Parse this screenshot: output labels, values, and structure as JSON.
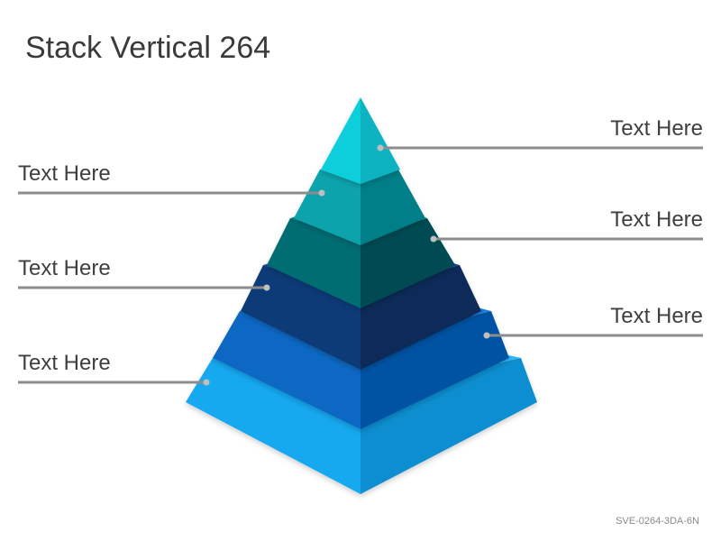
{
  "title": "Stack Vertical 264",
  "labels": [
    {
      "text": "Text Here"
    },
    {
      "text": "Text Here"
    },
    {
      "text": "Text Here"
    },
    {
      "text": "Text Here"
    },
    {
      "text": "Text Here"
    },
    {
      "text": "Text Here"
    }
  ],
  "footer_code": "SVE-0264-3DA-6N",
  "tier_colors": [
    {
      "name": "tier-1",
      "left": "#0fcfdc",
      "right": "#07b3c0",
      "top": "#2ee0ea"
    },
    {
      "name": "tier-2",
      "left": "#0aa3ad",
      "right": "#067f89",
      "top": "#16b6bf"
    },
    {
      "name": "tier-3",
      "left": "#056d73",
      "right": "#034b52",
      "top": "#0a7f86"
    },
    {
      "name": "tier-4",
      "left": "#0d3b78",
      "right": "#072a58",
      "top": "#134a91"
    },
    {
      "name": "tier-5",
      "left": "#0a67c4",
      "right": "#0652a3",
      "top": "#1a7fdc"
    },
    {
      "name": "tier-6",
      "left": "#16a9f0",
      "right": "#0e8ed0",
      "top": "#2db9f6"
    }
  ]
}
